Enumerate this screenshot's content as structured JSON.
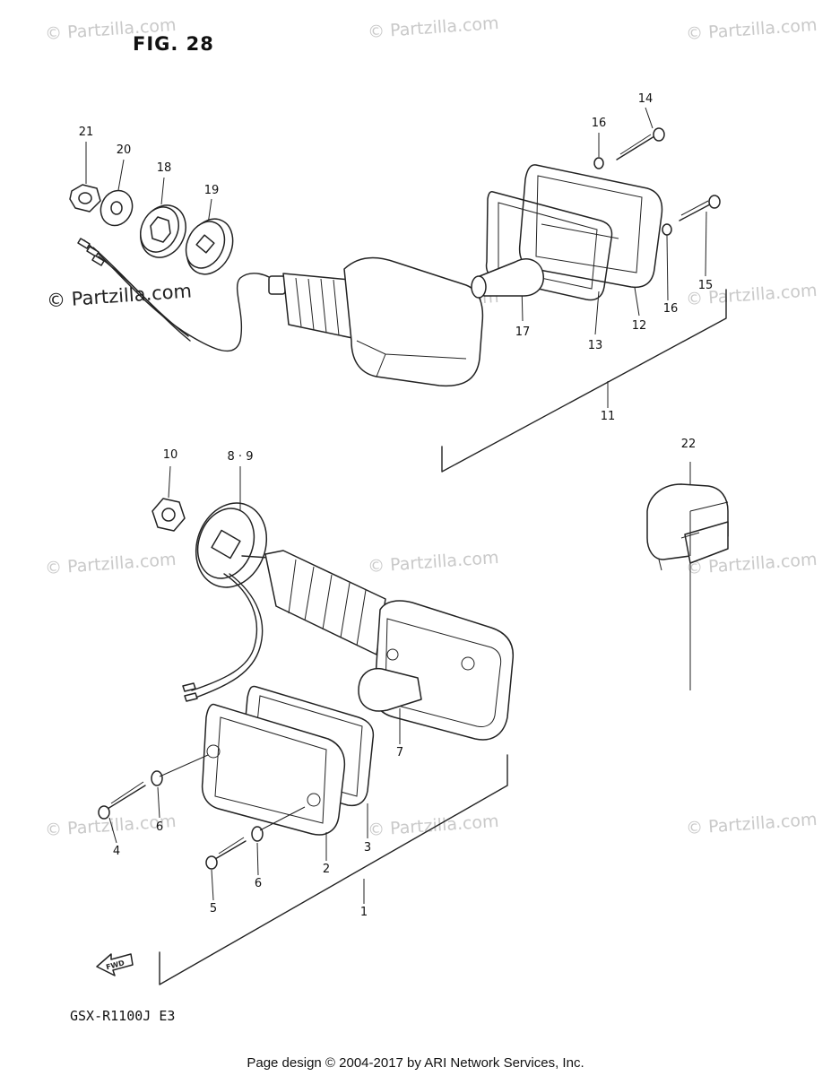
{
  "figure_title": "FIG. 28",
  "model_code": "GSX-R1100J E3",
  "footer": "Page design © 2004-2017 by ARI Network Services, Inc.",
  "watermark_text": "© Partzilla.com",
  "fwd_label": "FWD",
  "callouts": [
    {
      "id": "c21",
      "text": "21"
    },
    {
      "id": "c20",
      "text": "20"
    },
    {
      "id": "c18",
      "text": "18"
    },
    {
      "id": "c19",
      "text": "19"
    },
    {
      "id": "c16a",
      "text": "16"
    },
    {
      "id": "c14",
      "text": "14"
    },
    {
      "id": "c15",
      "text": "15"
    },
    {
      "id": "c16b",
      "text": "16"
    },
    {
      "id": "c12",
      "text": "12"
    },
    {
      "id": "c13",
      "text": "13"
    },
    {
      "id": "c17",
      "text": "17"
    },
    {
      "id": "c11",
      "text": "11"
    },
    {
      "id": "c22",
      "text": "22"
    },
    {
      "id": "c10",
      "text": "10"
    },
    {
      "id": "c89",
      "text": "8 · 9"
    },
    {
      "id": "c7",
      "text": "7"
    },
    {
      "id": "c3",
      "text": "3"
    },
    {
      "id": "c2",
      "text": "2"
    },
    {
      "id": "c6a",
      "text": "6"
    },
    {
      "id": "c4",
      "text": "4"
    },
    {
      "id": "c6b",
      "text": "6"
    },
    {
      "id": "c5",
      "text": "5"
    },
    {
      "id": "c1",
      "text": "1"
    }
  ]
}
